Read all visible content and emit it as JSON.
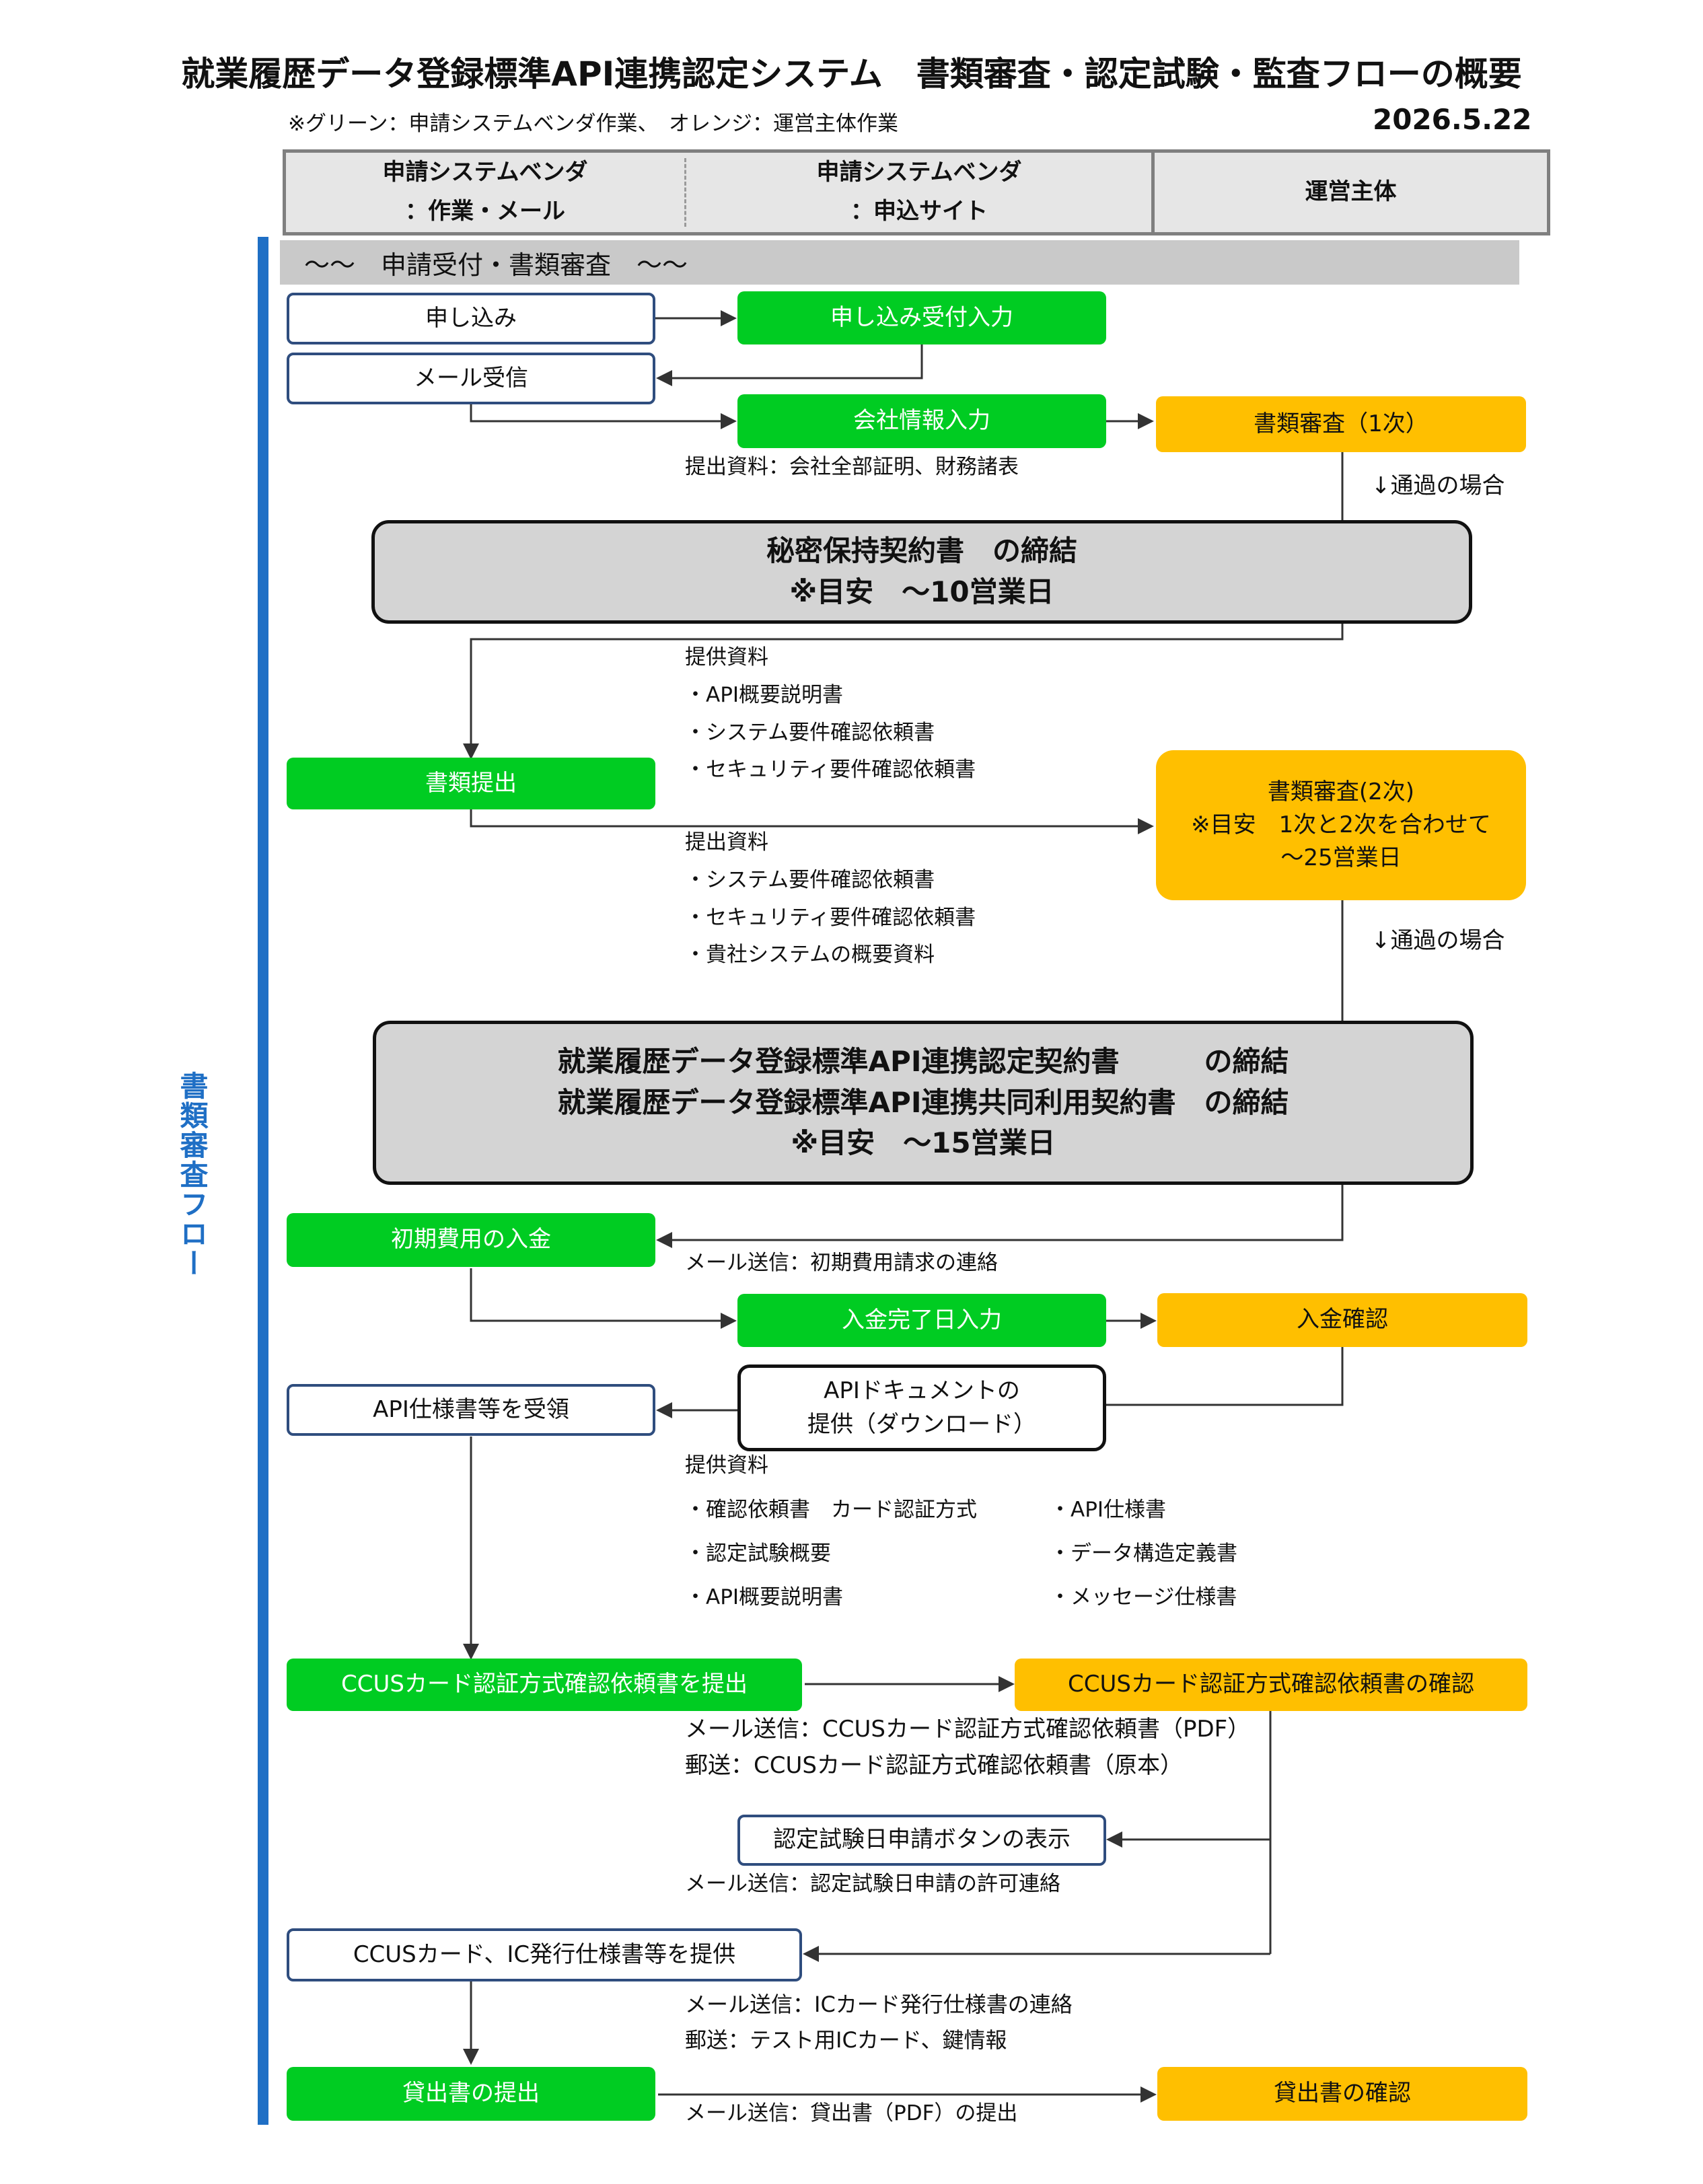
{
  "title": "就業履歴データ登録標準API連携認定システム　書類審査・認定試験・監査フローの概要",
  "legend": "※グリーン：申請システムベンダ作業、　オレンジ：運営主体作業",
  "date": "2026.5.22",
  "header": {
    "col1": "申請システムベンダ\n：作業・メール",
    "col2": "申請システムベンダ\n：申込サイト",
    "col3": "運営主体"
  },
  "side_label": "書類審査フロー",
  "section_band": "〜〜　申請受付・書類審査　〜〜",
  "nodes": {
    "apply": "申し込み",
    "apply_input": "申し込み受付入力",
    "mail_receive": "メール受信",
    "company_input": "会社情報入力",
    "review1": "書類審査（1次）",
    "nda": "秘密保持契約書　の締結\n※目安　〜10営業日",
    "submit_docs": "書類提出",
    "review2": "書類審査(2次)\n※目安　1次と2次を合わせて\n〜25営業日",
    "contracts": "就業履歴データ登録標準API連携認定契約書　　　の締結\n就業履歴データ登録標準API連携共同利用契約書　の締結\n※目安　〜15営業日",
    "initial_payment": "初期費用の入金",
    "payment_date_input": "入金完了日入力",
    "payment_confirm": "入金確認",
    "receive_api": "API仕様書等を受領",
    "api_download": "APIドキュメントの\n提供（ダウンロード）",
    "ccus_submit": "CCUSカード認証方式確認依頼書を提出",
    "ccus_confirm": "CCUSカード認証方式確認依頼書の確認",
    "test_button": "認定試験日申請ボタンの表示",
    "ccus_provide": "CCUSカード、IC発行仕様書等を提供",
    "loan_submit": "貸出書の提出",
    "loan_confirm": "貸出書の確認"
  },
  "notes": {
    "submit1": "提出資料：会社全部証明、財務諸表",
    "pass1": "↓通過の場合",
    "provide1": "提供資料\n・API概要説明書\n・システム要件確認依頼書\n・セキュリティ要件確認依頼書",
    "submit2": "提出資料\n・システム要件確認依頼書\n・セキュリティ要件確認依頼書\n・貴社システムの概要資料",
    "pass2": "↓通過の場合",
    "mail_initial": "メール送信：初期費用請求の連絡",
    "provide2_title": "提供資料",
    "provide2_left": "・確認依頼書　カード認証方式\n・認定試験概要\n・API概要説明書",
    "provide2_right": "・API仕様書\n・データ構造定義書\n・メッセージ仕様書",
    "mail_ccus": "メール送信：CCUSカード認証方式確認依頼書（PDF）\n郵送：CCUSカード認証方式確認依頼書（原本）",
    "mail_test": "メール送信：認定試験日申請の許可連絡",
    "mail_ic": "メール送信：ICカード発行仕様書の連絡\n郵送：テスト用ICカード、鍵情報",
    "mail_loan": "メール送信：貸出書（PDF）の提出"
  },
  "colors": {
    "green": "#00cc22",
    "orange": "#ffbf00",
    "grey": "#d4d4d4",
    "blue": "#1f6fc5",
    "outline": "#2f4d7e"
  }
}
